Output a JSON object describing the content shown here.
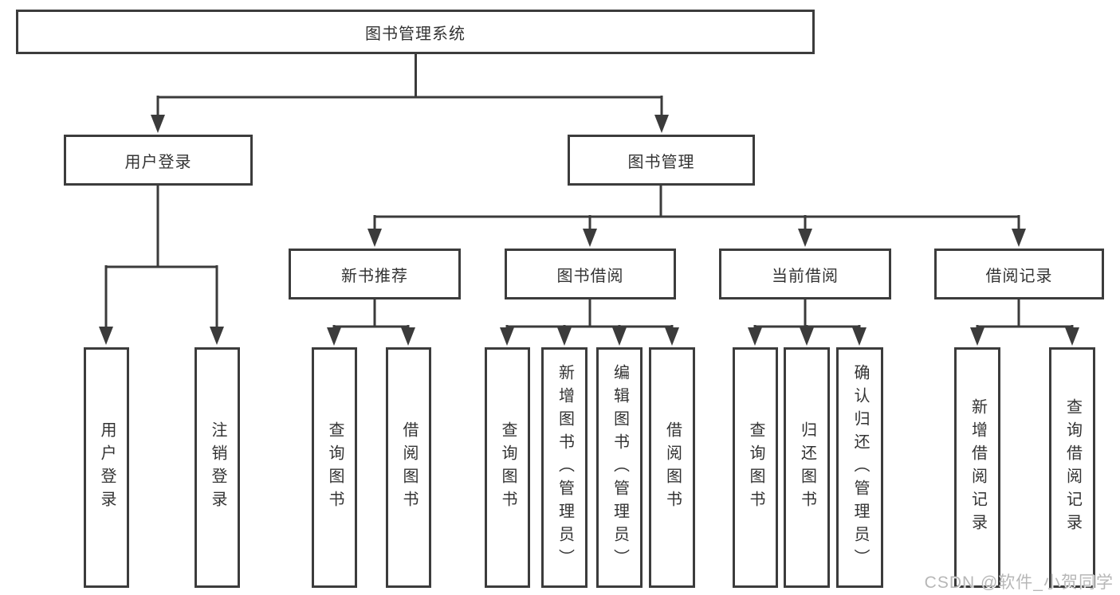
{
  "diagram": {
    "root": {
      "label": "图书管理系统"
    },
    "level2": [
      {
        "id": "user-login",
        "label": "用户登录"
      },
      {
        "id": "book-management",
        "label": "图书管理"
      }
    ],
    "level3": [
      {
        "id": "new-book-recommend",
        "label": "新书推荐"
      },
      {
        "id": "book-borrowing",
        "label": "图书借阅"
      },
      {
        "id": "current-borrowing",
        "label": "当前借阅"
      },
      {
        "id": "borrowing-records",
        "label": "借阅记录"
      }
    ],
    "leaves": {
      "user_login": [
        "用户登录",
        "注销登录"
      ],
      "new_book_recommend": [
        "查询图书",
        "借阅图书"
      ],
      "book_borrowing": [
        "查询图书",
        "新增图书（管理员）",
        "编辑图书（管理员）",
        "借阅图书"
      ],
      "current_borrowing": [
        "查询图书",
        "归还图书",
        "确认归还（管理员）"
      ],
      "borrowing_records": [
        "新增借阅记录",
        "查询借阅记录"
      ]
    }
  },
  "watermark": "CSDN @软件_小贺同学",
  "colors": {
    "line": "#3b3b3b",
    "box_border": "#3c3c3c",
    "text": "#333333",
    "watermark": "#b7b7b7",
    "background": "#ffffff"
  }
}
